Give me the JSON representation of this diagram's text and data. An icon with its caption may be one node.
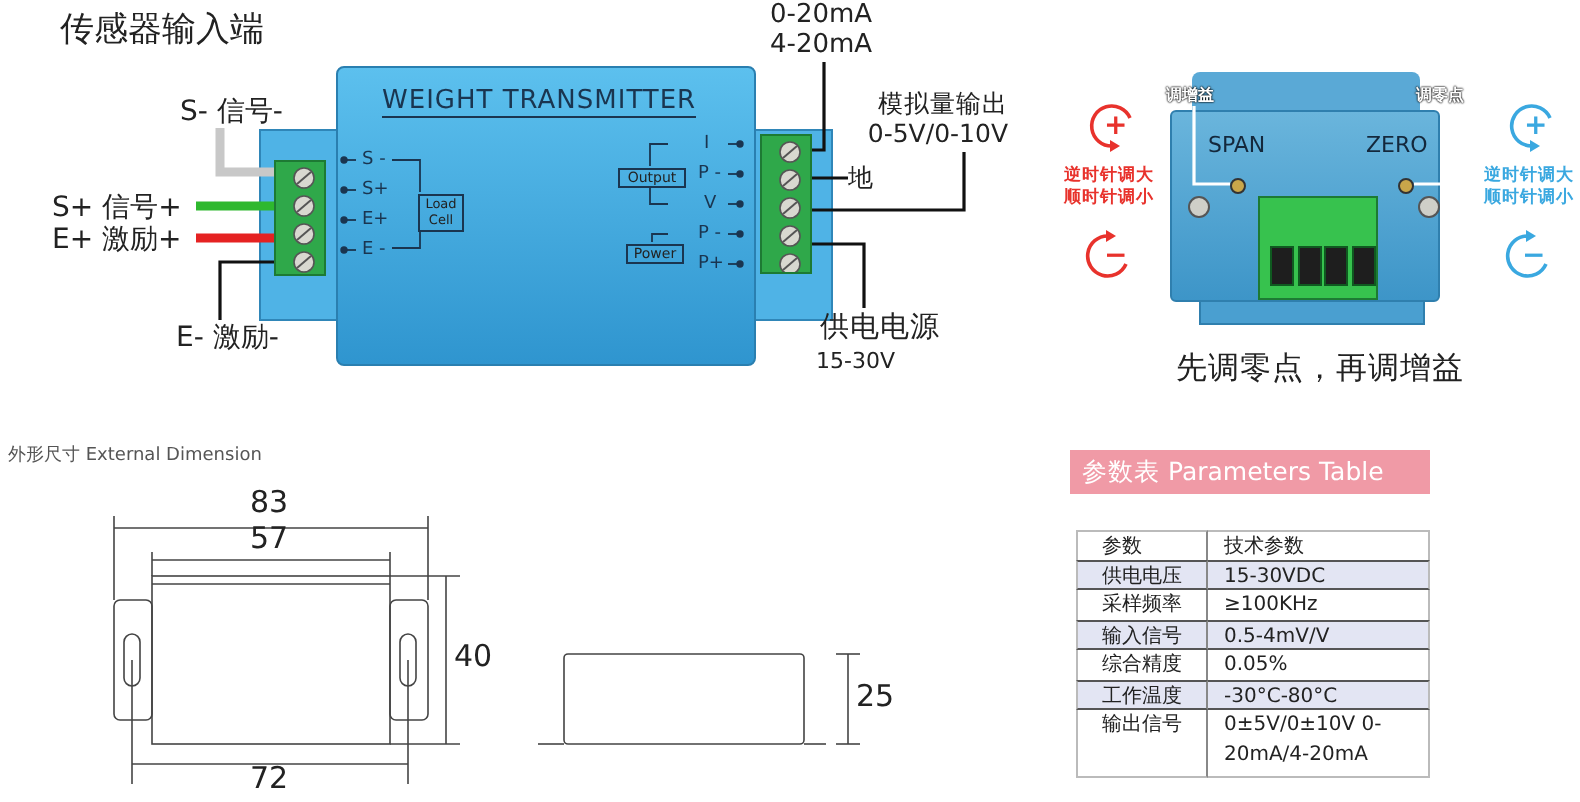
{
  "diagram": {
    "nodes": [
      {
        "text": [
          "WEIGHT TRANSMITTER"
        ]
      },
      {
        "text": [
          "Load Cell"
        ],
        "in": 0
      },
      {
        "text": [
          "Output"
        ],
        "in": 0
      },
      {
        "text": [
          "Power"
        ],
        "in": 0
      },
      {
        "text": [],
        "shape": "box"
      },
      {
        "text": [],
        "shape": "box"
      },
      {
        "text": [
          "S- 信号-"
        ]
      },
      {
        "text": [
          "S+ 信号+"
        ]
      },
      {
        "text": [
          "E+ 激励+"
        ]
      },
      {
        "text": [
          "E- 激励-"
        ]
      },
      {
        "text": [
          "0-20mA 4-20mA"
        ]
      },
      {
        "text": [
          "模拟量输出 0-5V/0-10V"
        ]
      },
      {
        "text": [
          "地"
        ]
      },
      {
        "text": [
          "供电电源"
        ],
        "beside": [
          "15-30V"
        ]
      },
      {
        "text": [
          "SPAN",
          "ZERO"
        ]
      },
      {
        "text": [],
        "shape": "circle",
        "in": 14
      },
      {
        "text": [],
        "shape": "circle",
        "in": 14
      },
      {
        "text": [
          "调增益"
        ]
      },
      {
        "text": [
          "调零点"
        ]
      }
    ],
    "edges": [
      {
        "from": 6,
        "to": 4,
        "arrow": "none",
        "style": "thick",
        "color": "#c8c8c8"
      },
      {
        "from": 7,
        "to": 4,
        "arrow": "none",
        "style": "thick",
        "color": "#2eb82e"
      },
      {
        "from": 8,
        "to": 4,
        "arrow": "none",
        "style": "thick",
        "color": "#e52222"
      },
      {
        "from": 9,
        "to": 4,
        "arrow": "none"
      },
      {
        "from": 10,
        "to": 5,
        "arrow": "none"
      },
      {
        "from": 11,
        "to": 5,
        "arrow": "none"
      },
      {
        "from": 12,
        "to": 5,
        "arrow": "none"
      },
      {
        "from": 13,
        "to": 5,
        "arrow": "none"
      },
      {
        "from": 17,
        "to": 15,
        "arrow": "none",
        "color": "#ffffff"
      },
      {
        "from": 18,
        "to": 16,
        "arrow": "none",
        "color": "#ffffff"
      }
    ],
    "labels": [
      "传感器输入端",
      "S -",
      "S+",
      "E+",
      "E -",
      "I",
      "P -",
      "V",
      "P -",
      "P+",
      "+",
      "逆时针调大顺时针调小",
      "−",
      "+",
      "逆时针调大顺时针调小",
      "−",
      "先调零点，再调增益",
      "外形尺寸 External Dimension",
      "83",
      "57",
      "40",
      "72",
      "25",
      "参数表 Parameters Table",
      "参数",
      "技术参数",
      "供电电压",
      "15-30VDC",
      "采样频率",
      "≥100KHz",
      "输入信号",
      "0.5-4mV/V",
      "综合精度",
      "0.05%",
      "工作温度",
      "-30°C-80°C",
      "输出信号",
      "0±5V/0±10V 0-20mA/4-20mA"
    ]
  }
}
